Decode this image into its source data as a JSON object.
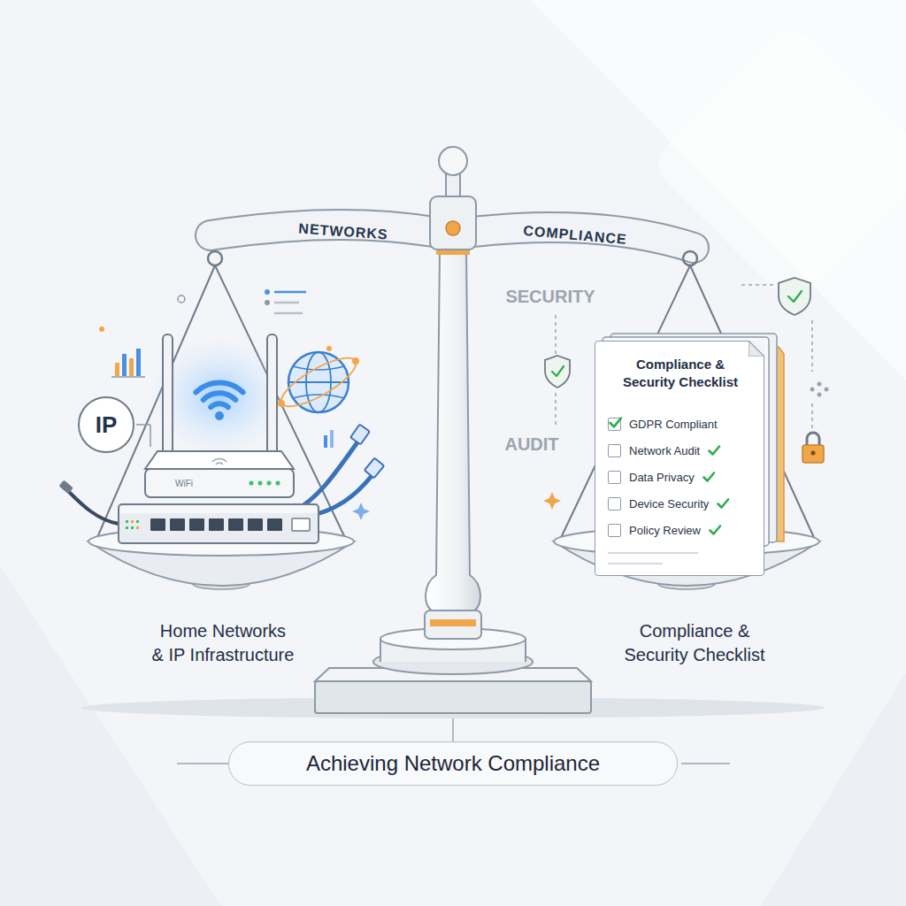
{
  "diagram": {
    "nodes": [
      {
        "text": [
          "IP"
        ]
      },
      {
        "text": [
          "Compliance & Security Checklist",
          "GDPR Compliant",
          "Network Audit",
          "Data Privacy",
          "Device Security",
          "Policy Review"
        ]
      },
      {
        "text": [
          "Achieving Network Compliance"
        ]
      }
    ],
    "labels": [
      "NETWORKS",
      "COMPLIANCE",
      "SECURITY",
      "AUDIT",
      "WiFi",
      "Home Networks & IP Infrastructure",
      "Compliance & Security Checklist"
    ]
  }
}
